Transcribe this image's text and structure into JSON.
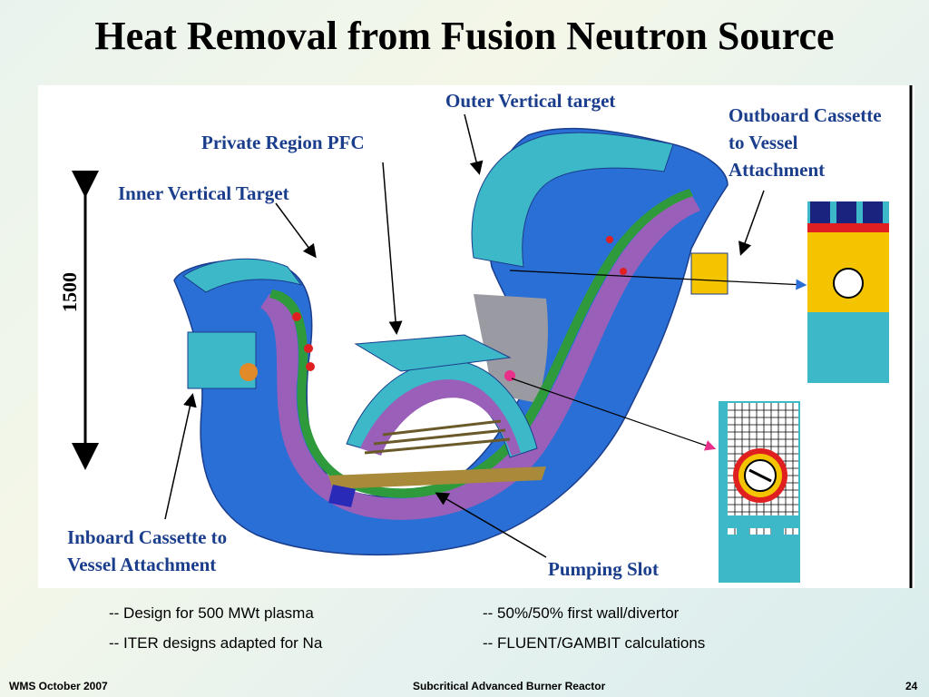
{
  "slide": {
    "title": "Heat Removal from Fusion Neutron Source"
  },
  "figure": {
    "labels": {
      "outer_vertical_target": "Outer Vertical target",
      "private_region_pfc": "Private Region PFC",
      "inner_vertical_target": "Inner Vertical Target",
      "outboard_cassette": [
        "Outboard Cassette",
        "to Vessel",
        "Attachment"
      ],
      "inboard_cassette": [
        "Inboard Cassette to",
        "Vessel Attachment"
      ],
      "pumping_slot": "Pumping Slot"
    },
    "dimension": "1500"
  },
  "bullets": {
    "left": [
      "-- Design for 500 MWt plasma",
      "-- ITER designs adapted for Na"
    ],
    "right": [
      "-- 50%/50% first wall/divertor",
      "-- FLUENT/GAMBIT calculations"
    ]
  },
  "footer": {
    "left": "WMS October 2007",
    "center": "Subcritical Advanced Burner Reactor",
    "page": "24"
  },
  "colors": {
    "label_text": "#1a3d8c",
    "cassette_blue": "#2a6fd6",
    "cyan": "#3cb8c8",
    "purple": "#9a5fb8",
    "green": "#2e9a3c",
    "yellow": "#f5c400"
  }
}
